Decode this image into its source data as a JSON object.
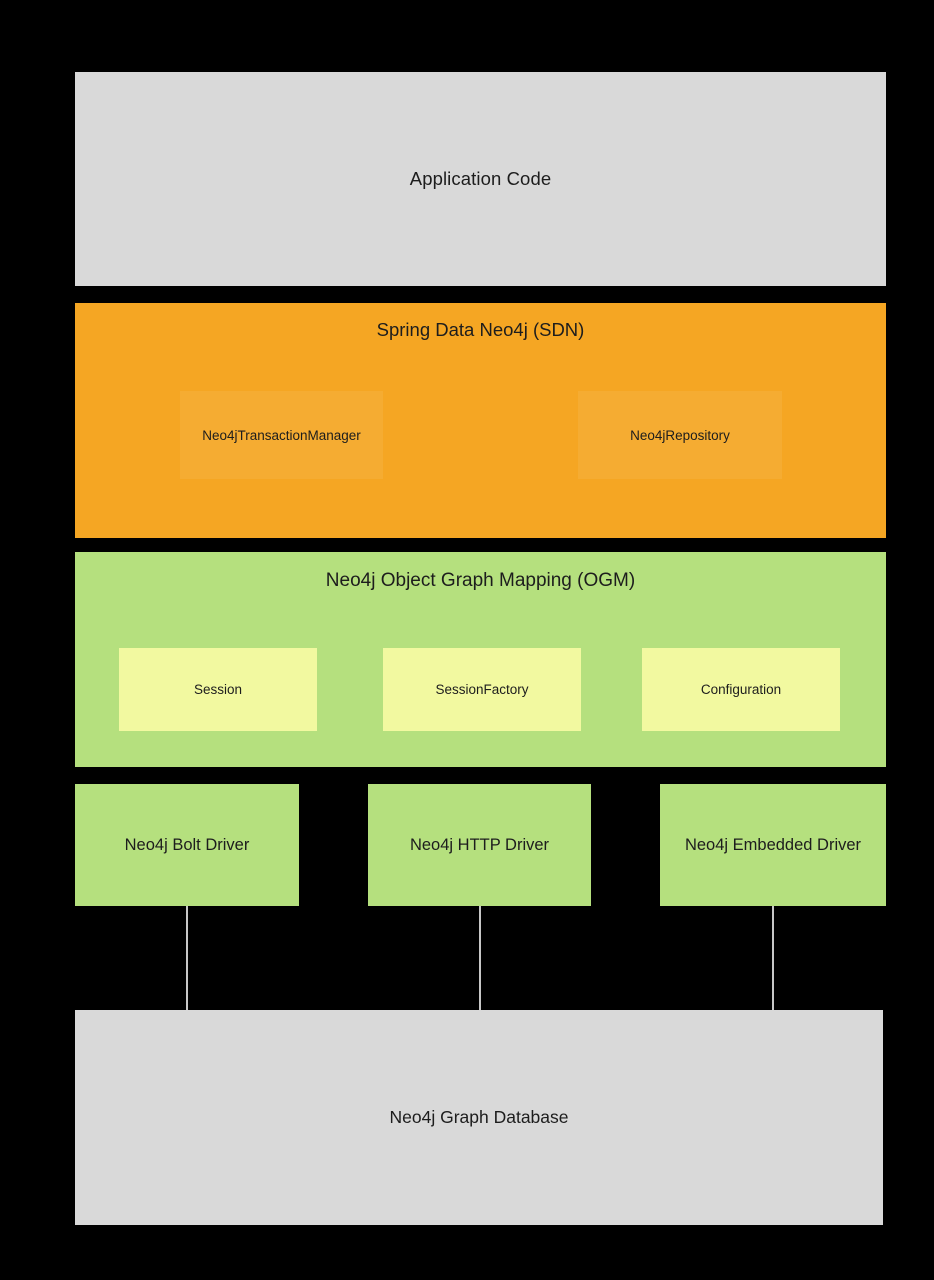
{
  "diagram": {
    "background_color": "#000000",
    "layers": {
      "application": {
        "label": "Application Code",
        "color": "#d9d9d9"
      },
      "sdn": {
        "title": "Spring Data Neo4j (SDN)",
        "color": "#f5a623",
        "components": [
          {
            "label": "Neo4jTransactionManager"
          },
          {
            "label": "Neo4jRepository"
          }
        ]
      },
      "ogm": {
        "title": "Neo4j Object Graph Mapping (OGM)",
        "color": "#b5e07e",
        "component_color": "#f2f9a0",
        "components": [
          {
            "label": "Session"
          },
          {
            "label": "SessionFactory"
          },
          {
            "label": "Configuration"
          }
        ]
      },
      "drivers": {
        "color": "#b5e07e",
        "items": [
          {
            "label": "Neo4j Bolt Driver"
          },
          {
            "label": "Neo4j HTTP Driver"
          },
          {
            "label": "Neo4j Embedded Driver"
          }
        ]
      },
      "database": {
        "label": "Neo4j Graph Database",
        "color": "#d9d9d9"
      }
    },
    "connectors": {
      "color": "#c7c7c7",
      "count": 3
    }
  }
}
